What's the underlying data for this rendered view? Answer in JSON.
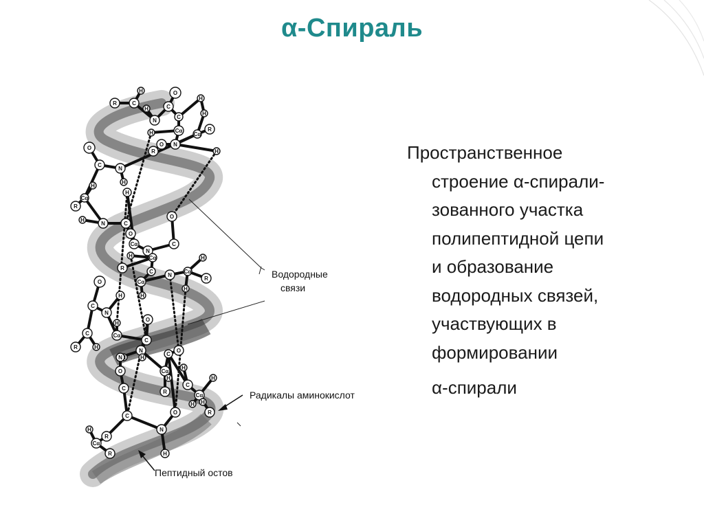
{
  "slide": {
    "title": "α-Спираль"
  },
  "diagram": {
    "labels": {
      "hydrogen_bonds_line1": "Водородные",
      "hydrogen_bonds_line2": "связи",
      "radicals": "Радикалы аминокислот",
      "backbone": "Пептидный остов"
    },
    "atom_symbols": [
      "C",
      "N",
      "O",
      "H",
      "R",
      "Cα"
    ]
  },
  "description": {
    "lines": [
      "Пространственное",
      "строение α-спирали-",
      "зованного участка",
      "полипептидной цепи",
      "и образование",
      "водородных связей,",
      "участвующих в",
      "формировании",
      "α-спирали"
    ]
  }
}
